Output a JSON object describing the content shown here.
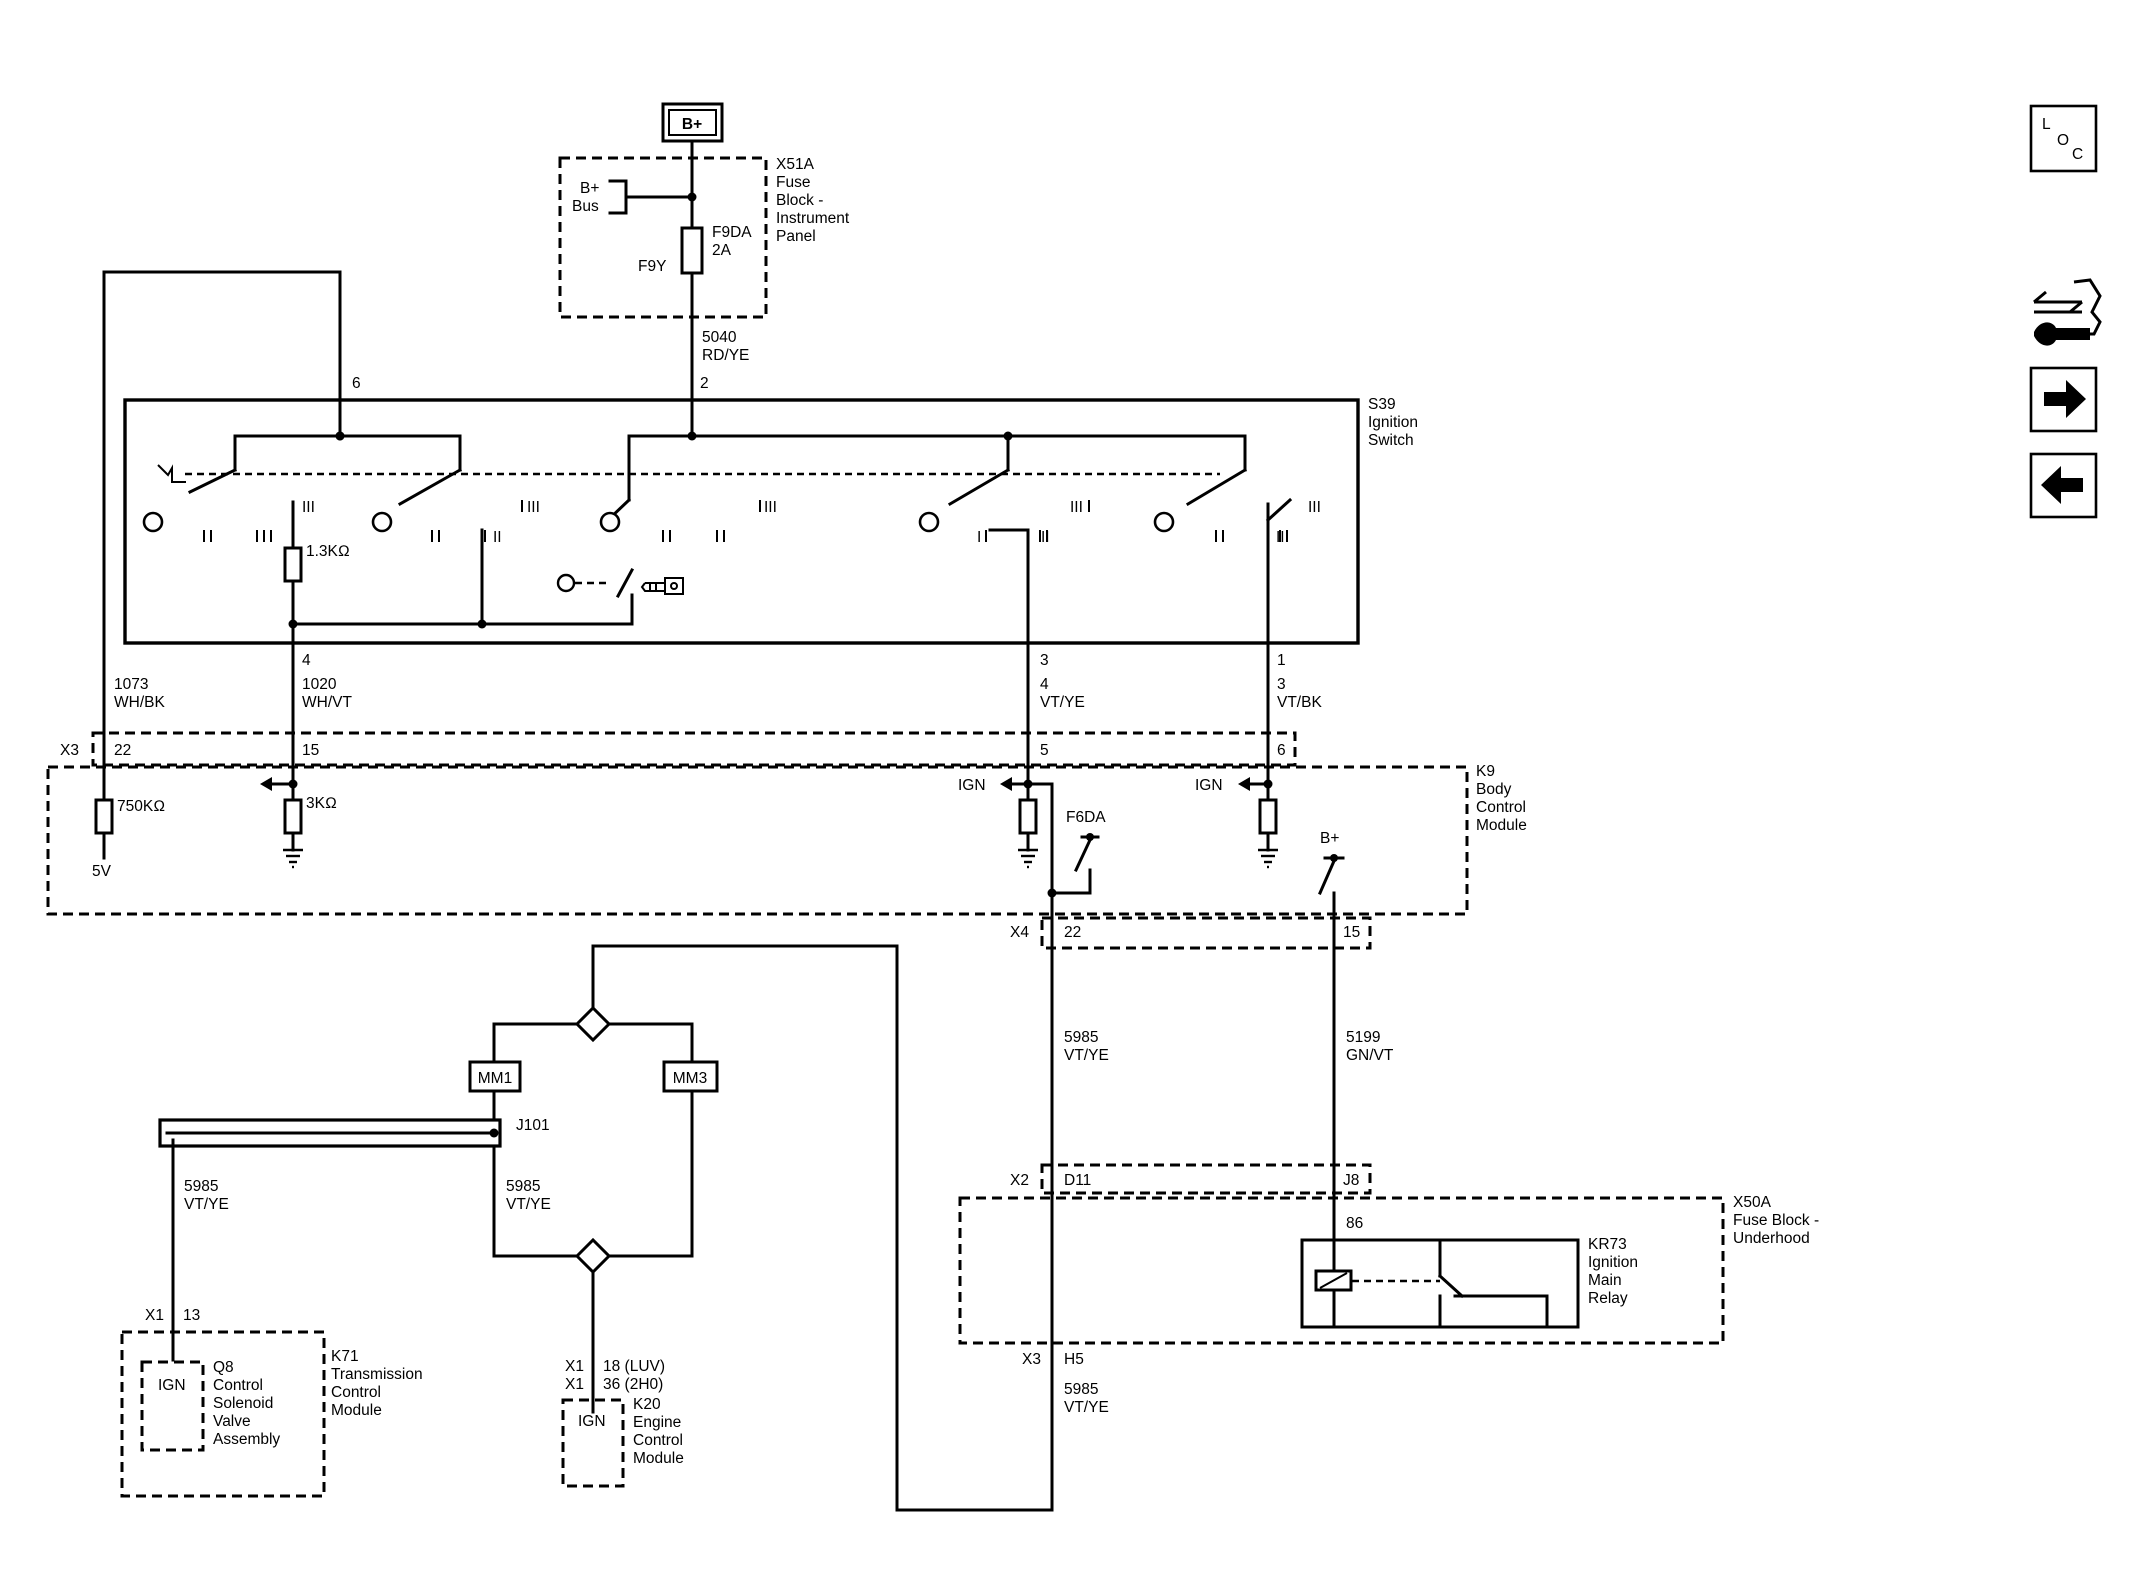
{
  "power": {
    "source": "B+"
  },
  "fuse_block_ip": {
    "ref": "X51A",
    "name": [
      "Fuse",
      "Block -",
      "Instrument",
      "Panel"
    ],
    "bus": [
      "B+",
      "Bus"
    ],
    "fuse_id": "F9DA",
    "fuse_rating": "2A",
    "fuse_ref": "F9Y"
  },
  "wire_5040": {
    "circuit": "5040",
    "color": "RD/YE"
  },
  "ignition_switch": {
    "ref": "S39",
    "name": [
      "Ignition",
      "Switch"
    ],
    "pins": {
      "p6": "6",
      "p2": "2",
      "p4": "4",
      "p3": "3",
      "p1": "1"
    },
    "resistor": "1.3KΩ",
    "positions": [
      "I",
      "II",
      "III"
    ]
  },
  "wire_1073": {
    "circuit": "1073",
    "color": "WH/BK"
  },
  "wire_1020": {
    "circuit": "1020",
    "color": "WH/VT"
  },
  "wire_vtye": {
    "pin": "4",
    "color": "VT/YE"
  },
  "wire_vtbk": {
    "pin": "3",
    "color": "VT/BK"
  },
  "bcm": {
    "ref": "K9",
    "name": [
      "Body",
      "Control",
      "Module"
    ],
    "connector_top": "X3",
    "pins_top": [
      "22",
      "15",
      "5",
      "6"
    ],
    "r750": "750KΩ",
    "r3k": "3KΩ",
    "v5": "5V",
    "ign1": "IGN",
    "ign2": "IGN",
    "fuse": "F6DA",
    "bplus": "B+",
    "connector_bottom": "X4",
    "pins_bottom": [
      "22",
      "15"
    ]
  },
  "splices": {
    "mm1": "MM1",
    "mm3": "MM3",
    "j101": "J101"
  },
  "wire_5985_a": {
    "circuit": "5985",
    "color": "VT/YE"
  },
  "wire_5199": {
    "circuit": "5199",
    "color": "GN/VT"
  },
  "wire_5985_b": {
    "circuit": "5985",
    "color": "VT/YE"
  },
  "wire_5985_c": {
    "circuit": "5985",
    "color": "VT/YE"
  },
  "wire_5985_d": {
    "circuit": "5985",
    "color": "VT/YE"
  },
  "fuse_block_uh": {
    "ref": "X50A",
    "name": [
      "Fuse Block -",
      "Underhood"
    ],
    "connector_top": "X2",
    "pins_top": [
      "D11",
      "J8"
    ],
    "pin86": "86",
    "relay_ref": "KR73",
    "relay_name": [
      "Ignition",
      "Main",
      "Relay"
    ],
    "connector_bottom": "X3",
    "pin_bottom": "H5"
  },
  "tcm": {
    "ref": "K71",
    "name": [
      "Transmission",
      "Control",
      "Module"
    ],
    "connector": "X1",
    "pin": "13",
    "ign": "IGN",
    "valve_ref": "Q8",
    "valve_name": [
      "Control",
      "Solenoid",
      "Valve",
      "Assembly"
    ]
  },
  "ecm": {
    "ref": "K20",
    "name": [
      "Engine",
      "Control",
      "Module"
    ],
    "connector1": "X1",
    "pin1": "18 (LUV)",
    "connector2": "X1",
    "pin2": "36 (2H0)",
    "ign": "IGN"
  },
  "nav": {
    "loc_letters": [
      "L",
      "O",
      "C"
    ]
  }
}
